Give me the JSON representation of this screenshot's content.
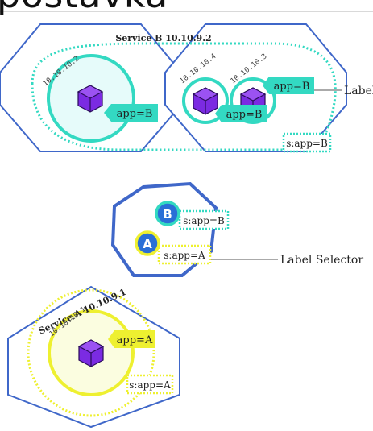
{
  "page": {
    "heading": "postavka"
  },
  "colors": {
    "node_border": "#3f67c9",
    "service_b": "#33d9c2",
    "service_a": "#eef030",
    "pod_purple": "#7b2be2",
    "pod_fill_b": "#e6fbfa",
    "pod_fill_a": "#fbfde0",
    "text": "#222222"
  },
  "service_b": {
    "title": "Service B 10.10.9.2",
    "selector_tag": "s:app=B",
    "node_left": {
      "pod_ip": "10.10.10.2",
      "label_tag": "app=B"
    },
    "node_right": {
      "pod1_ip": "10.10.10.4",
      "pod2_ip": "10.10.10.3",
      "label_tag_top": "app=B",
      "label_tag_bottom": "app=B"
    }
  },
  "selector_node": {
    "service_b_letter": "B",
    "service_b_tag": "s:app=B",
    "service_a_letter": "A",
    "service_a_tag": "s:app=A"
  },
  "service_a": {
    "title": "Service A 10.10.9.1",
    "pod_ip": "10.10.10.1",
    "label_tag": "app=A",
    "selector_tag": "s:app=A"
  },
  "callouts": {
    "label": "Label",
    "label_selector": "Label Selector"
  }
}
